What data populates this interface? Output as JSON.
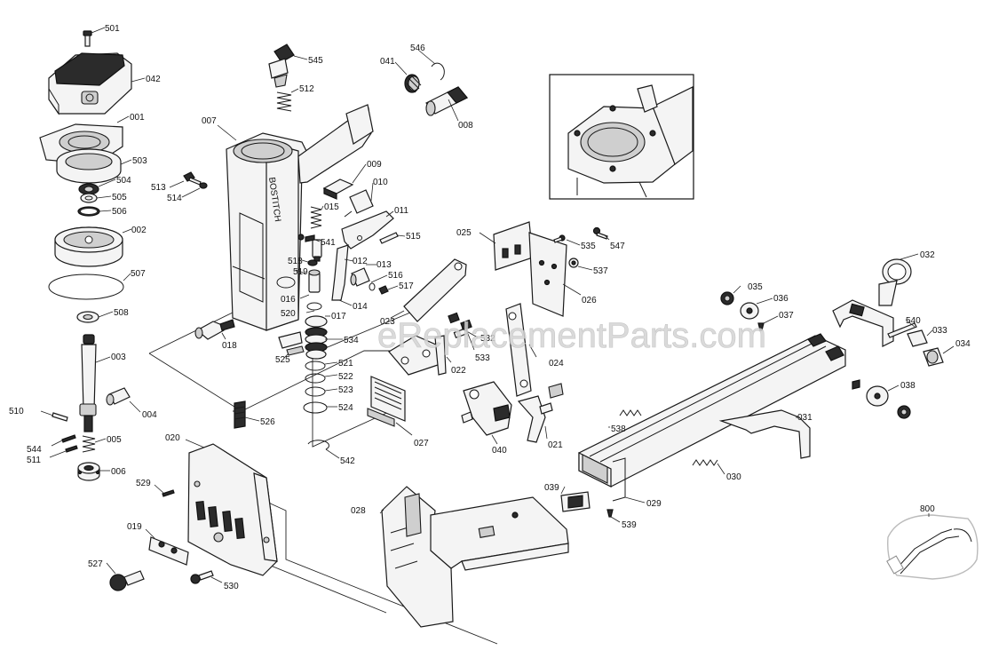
{
  "watermark": "eReplacementParts.com",
  "labels": {
    "l501": "501",
    "l042": "042",
    "l001": "001",
    "l503": "503",
    "l504": "504",
    "l505": "505",
    "l506": "506",
    "l002": "002",
    "l507": "507",
    "l508": "508",
    "l003": "003",
    "l510": "510",
    "l004": "004",
    "l544": "544",
    "l511": "511",
    "l005": "005",
    "l006": "006",
    "l545": "545",
    "l512": "512",
    "l007": "007",
    "l513": "513",
    "l514": "514",
    "l009": "009",
    "l010": "010",
    "l015": "015",
    "l011": "011",
    "l541": "541",
    "l515": "515",
    "l518": "518",
    "l519": "519",
    "l012": "012",
    "l013": "013",
    "l016": "016",
    "l516": "516",
    "l517": "517",
    "l014": "014",
    "l520": "520",
    "l017": "017",
    "l018": "018",
    "l534": "534",
    "l525": "525",
    "l521": "521",
    "l522": "522",
    "l523": "523",
    "l524": "524",
    "l526": "526",
    "l542": "542",
    "l020": "020",
    "l529": "529",
    "l019": "019",
    "l527": "527",
    "l530": "530",
    "l546": "546",
    "l041": "041",
    "l008": "008",
    "l025": "025",
    "l535": "535",
    "l547": "547",
    "l537": "537",
    "l026": "026",
    "l023": "023",
    "l532": "532",
    "l022": "022",
    "l533": "533",
    "l024": "024",
    "l027": "027",
    "l021": "021",
    "l040": "040",
    "l028": "028",
    "l032": "032",
    "l035": "035",
    "l036": "036",
    "l037": "037",
    "l540": "540",
    "l033": "033",
    "l034": "034",
    "l038": "038",
    "l031": "031",
    "l538": "538",
    "l030": "030",
    "l039": "039",
    "l029": "029",
    "l539": "539",
    "l800": "800"
  }
}
